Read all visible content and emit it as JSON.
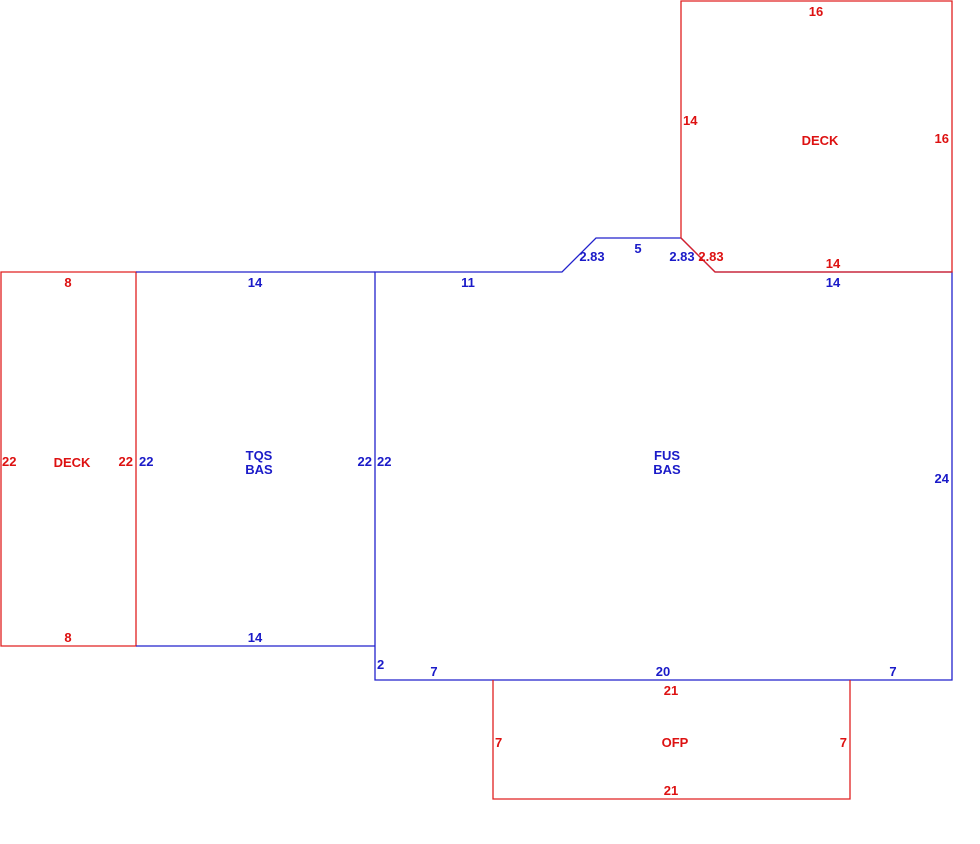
{
  "colors": {
    "deck": "#e02020",
    "living": "#2222cc"
  },
  "areas": {
    "deck_left": {
      "label": "DECK",
      "top": "8",
      "bottom": "8",
      "left": "22",
      "right": "22"
    },
    "tqs": {
      "line1": "TQS",
      "line2": "BAS",
      "top": "14",
      "bottom": "14",
      "left": "22",
      "right": "22"
    },
    "fus": {
      "line1": "FUS",
      "line2": "BAS",
      "top_left": "11",
      "diag_left": "2.83",
      "top_bump": "5",
      "diag_right": "2.83",
      "top_right": "14",
      "left": "22",
      "step": "2",
      "right": "24",
      "bottom_left": "7",
      "bottom_mid": "20",
      "bottom_right": "7"
    },
    "deck_top": {
      "label": "DECK",
      "top": "16",
      "left": "14",
      "right": "16",
      "bottom": "14",
      "diag": "2.83"
    },
    "ofp": {
      "label": "OFP",
      "top": "21",
      "bottom": "21",
      "left": "7",
      "right": "7"
    }
  }
}
